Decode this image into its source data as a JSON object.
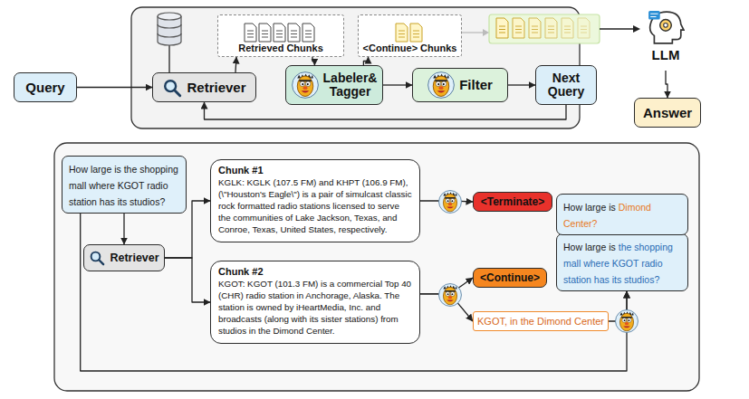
{
  "diagram": {
    "nodes": [
      {
        "text": [
          "Query"
        ]
      },
      {
        "text": [
          "Retriever"
        ]
      },
      {
        "text": [
          "Retrieved Chunks"
        ]
      },
      {
        "text": [
          "<Continue> Chunks"
        ]
      },
      {
        "text": [
          "Labeler& Tagger"
        ]
      },
      {
        "text": [
          "Filter"
        ]
      },
      {
        "text": [
          "Next Query"
        ]
      },
      {
        "text": [
          "LLM"
        ]
      },
      {
        "text": [
          "Answer"
        ]
      },
      {
        "text": [
          "How large is the shopping mall where KGOT radio station has its studios?"
        ]
      },
      {
        "text": [
          "Retriever"
        ]
      },
      {
        "text": [
          "Chunk #1",
          "KGLK: KGLK (107.5 FM) and KHPT (106.9 FM), (\\\"Houston's Eagle\\\") is a pair of simulcast classic rock formatted radio stations licensed to serve the communities of Lake Jackson, Texas, and Conroe, Texas, United States, respectively."
        ]
      },
      {
        "text": [
          "Chunk #2",
          "KGOT: KGOT (101.3 FM) is a commercial Top 40 (CHR) radio station in Anchorage, Alaska. The station is owned by iHeartMedia, Inc. and broadcasts (along with its sister stations) from studios in the Dimond Center."
        ]
      },
      {
        "text": [
          "<Terminate>"
        ]
      },
      {
        "text": [
          "<Continue>"
        ]
      },
      {
        "text": [
          "KGOT, in the Dimond Center"
        ]
      },
      {
        "text": [
          "How large is",
          "the shopping mall where KGOT radio station has its studios?"
        ]
      },
      {
        "text": [
          "How large is",
          "Dimond Center?"
        ]
      }
    ],
    "edges": [
      {
        "from": 0,
        "to": 1,
        "arrow": "to"
      },
      {
        "from": 1,
        "to": 2,
        "arrow": "to"
      },
      {
        "from": 2,
        "to": 4,
        "arrow": "to"
      },
      {
        "from": 4,
        "to": 3,
        "arrow": "to"
      },
      {
        "from": 4,
        "to": 5,
        "arrow": "to"
      },
      {
        "from": 5,
        "to": 6,
        "arrow": "to"
      },
      {
        "from": 6,
        "to": 1,
        "arrow": "to"
      },
      {
        "from": 7,
        "to": 8,
        "arrow": "to"
      },
      {
        "from": 9,
        "to": 10,
        "arrow": "to"
      },
      {
        "from": 10,
        "to": 11,
        "arrow": "to"
      },
      {
        "from": 10,
        "to": 12,
        "arrow": "to"
      },
      {
        "from": 11,
        "to": 13,
        "arrow": "to"
      },
      {
        "from": 12,
        "to": 14,
        "arrow": "to"
      },
      {
        "from": 12,
        "to": 15,
        "arrow": "to"
      },
      {
        "from": 15,
        "to": 16,
        "arrow": "to"
      },
      {
        "from": 9,
        "to": 16,
        "arrow": "to"
      },
      {
        "from": 16,
        "to": 17,
        "arrow": "to"
      }
    ]
  }
}
